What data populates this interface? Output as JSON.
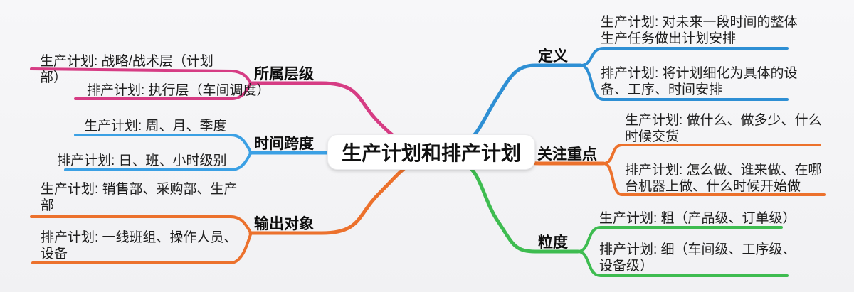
{
  "root": {
    "title": "生产计划和排产计划"
  },
  "colors": {
    "background": "#f4f4f6",
    "central_box": "#ffffff",
    "text": "#1e1e1e"
  },
  "branches": {
    "left": [
      {
        "label": "所属层级",
        "color": "#D63C84",
        "children": [
          "生产计划: 战略/战术层（计划部）",
          "排产计划: 执行层（车间调度）"
        ]
      },
      {
        "label": "时间跨度",
        "color": "#3BA0E4",
        "children": [
          "生产计划: 周、月、季度",
          "排产计划: 日、班、小时级别"
        ]
      },
      {
        "label": "输出对象",
        "color": "#EC712C",
        "children": [
          "生产计划: 销售部、采购部、生产部",
          "排产计划: 一线班组、操作人员、设备"
        ]
      }
    ],
    "right": [
      {
        "label": "定义",
        "color": "#2E8FD4",
        "children": [
          "生产计划: 对未来一段时间的整体生产任务做出计划安排",
          "排产计划: 将计划细化为具体的设备、工序、时间安排"
        ]
      },
      {
        "label": "关注重点",
        "color": "#EC712C",
        "children": [
          "生产计划: 做什么、做多少、什么时候交货",
          "排产计划: 怎么做、谁来做、在哪台机器上做、什么时候开始做"
        ]
      },
      {
        "label": "粒度",
        "color": "#3EBC50",
        "children": [
          "生产计划: 粗（产品级、订单级）",
          "排产计划: 细（车间级、工序级、设备级）"
        ]
      }
    ]
  }
}
